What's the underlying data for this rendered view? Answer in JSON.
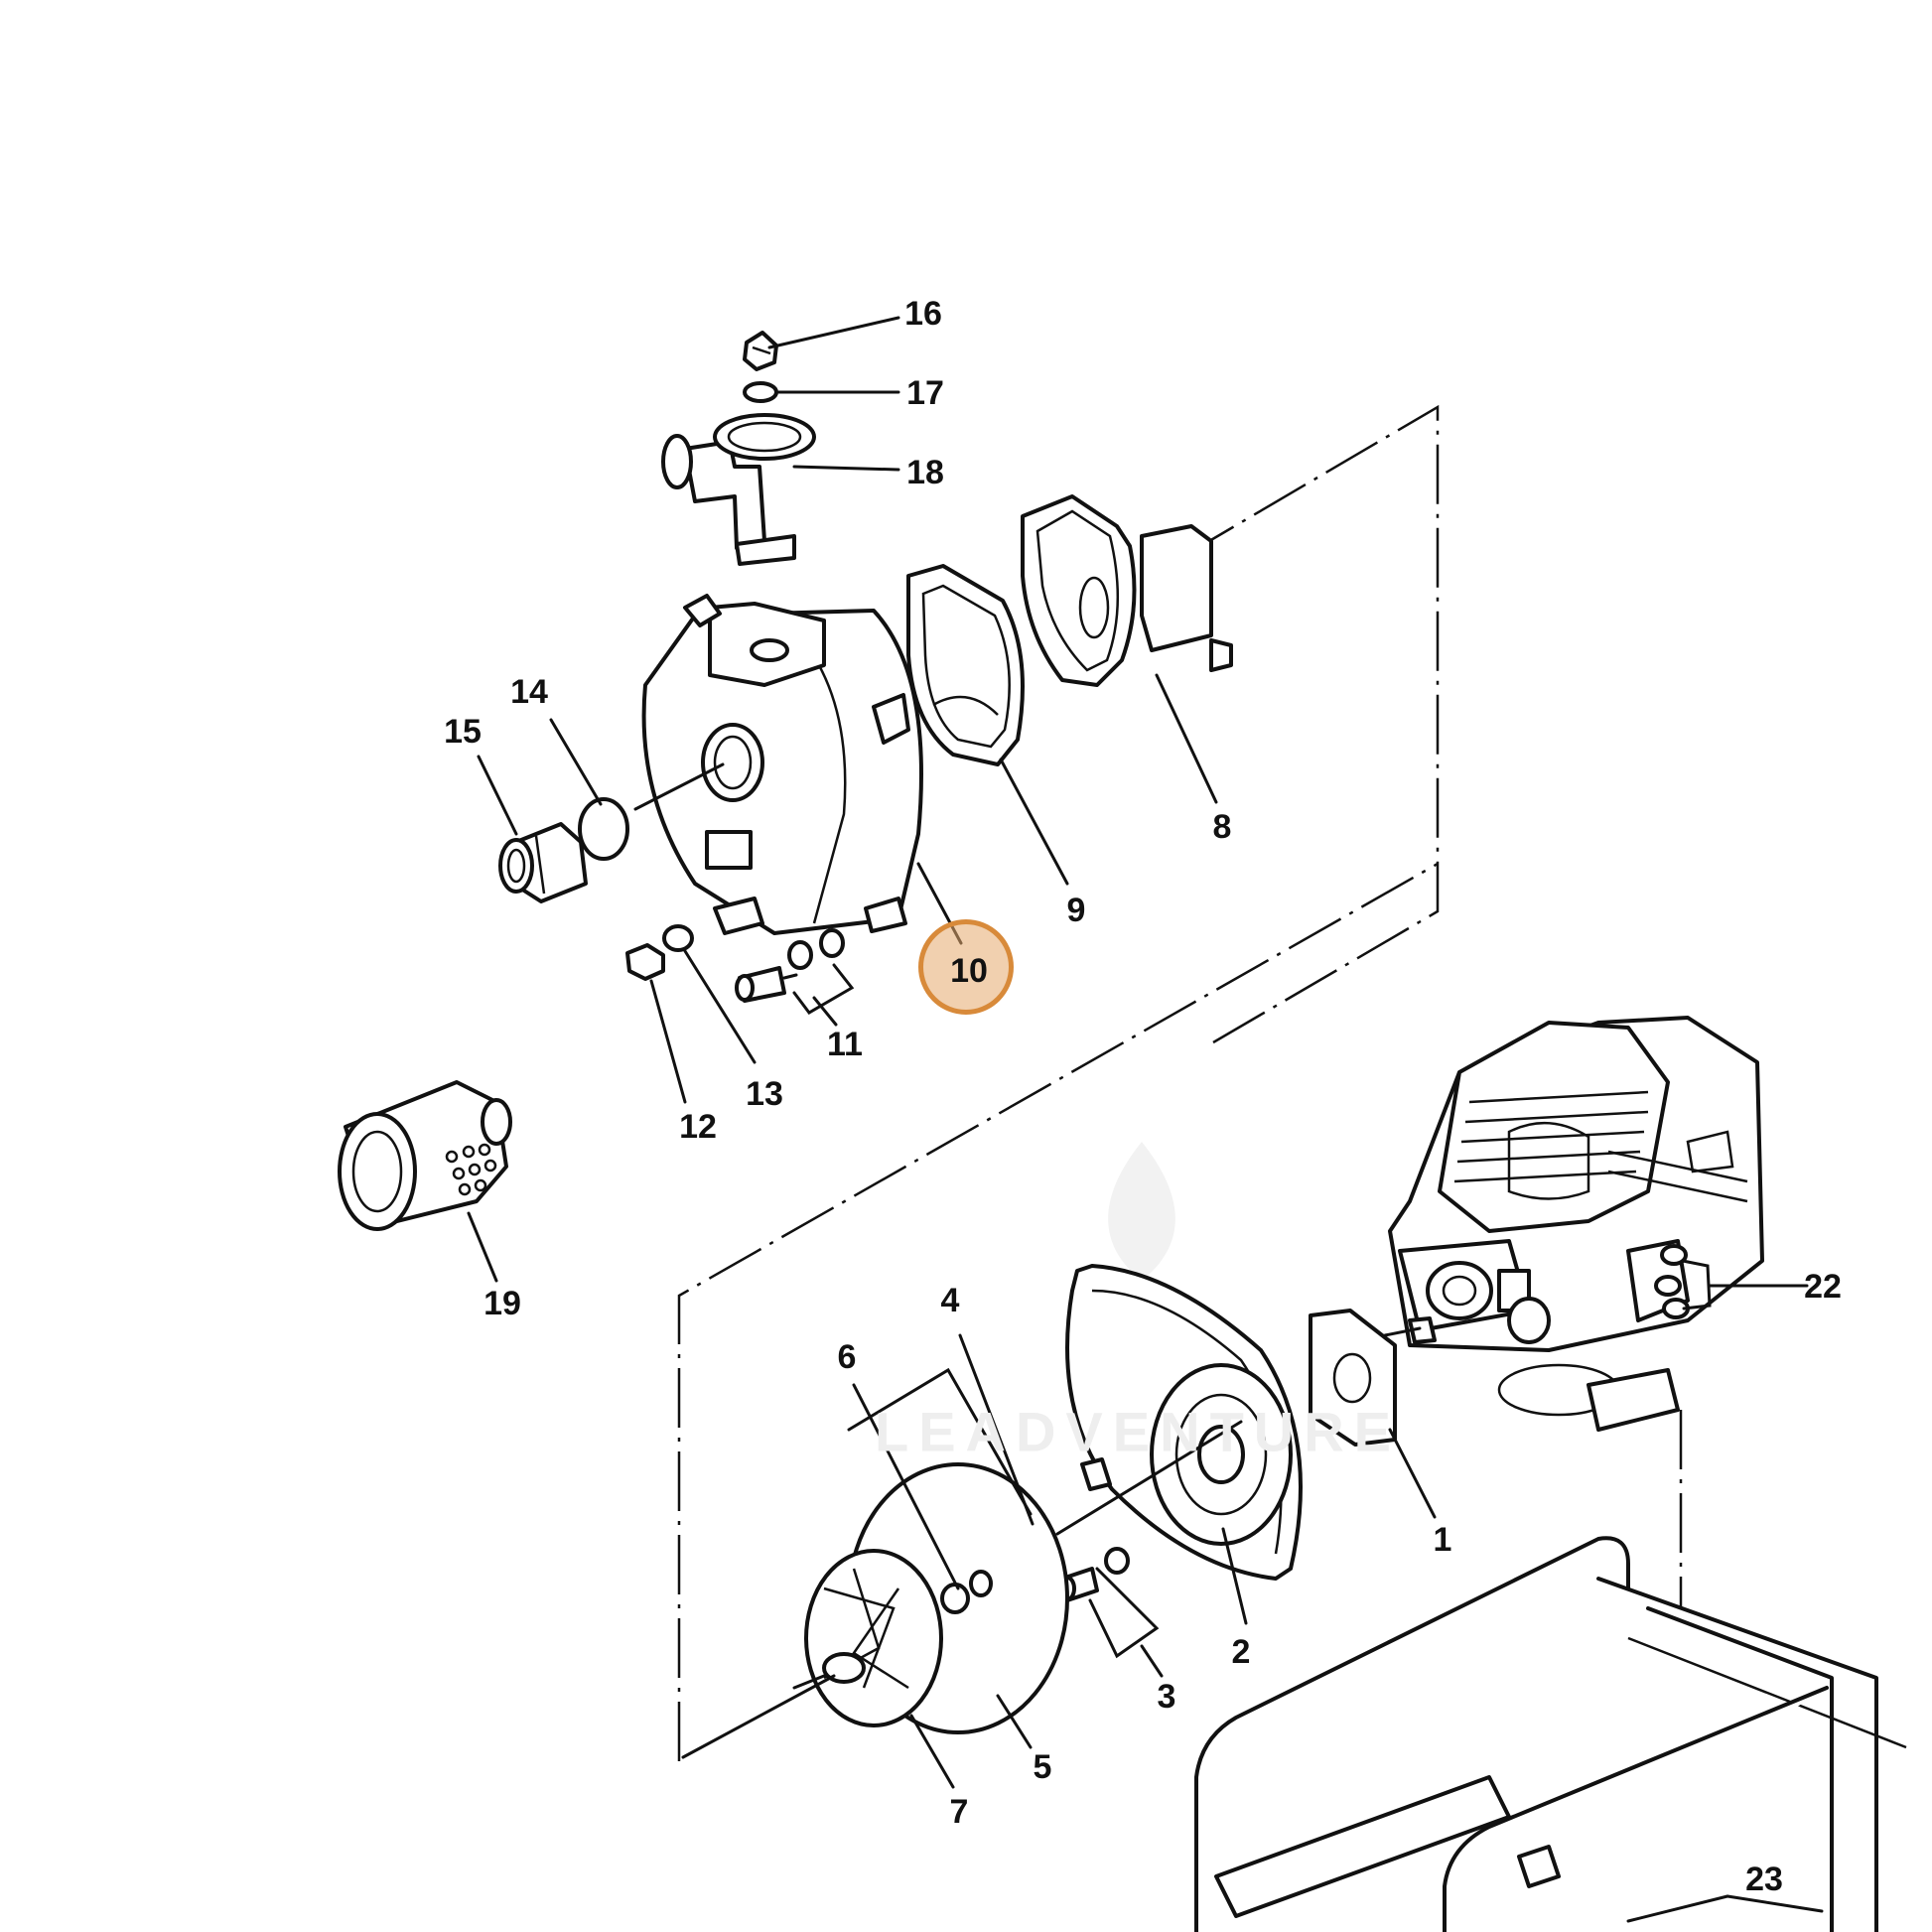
{
  "watermark": {
    "text": "LEADVENTURE",
    "icon": "flame-icon"
  },
  "highlight": {
    "callout": "10",
    "color": "#d88a3a",
    "fill": "rgba(230,170,110,0.55)"
  },
  "callouts": [
    "1",
    "2",
    "3",
    "4",
    "5",
    "6",
    "7",
    "8",
    "9",
    "10",
    "11",
    "12",
    "13",
    "14",
    "15",
    "16",
    "17",
    "18",
    "19",
    "22",
    "23"
  ]
}
